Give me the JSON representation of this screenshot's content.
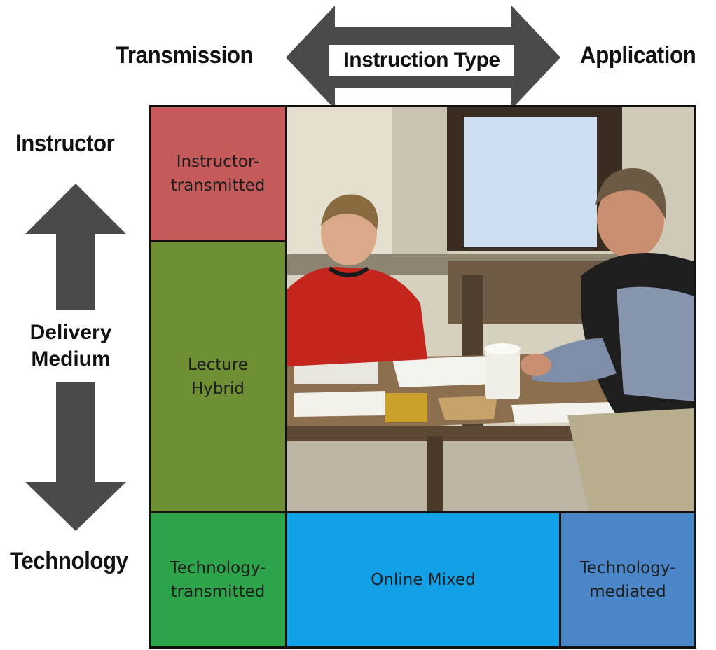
{
  "header": {
    "left_label": "Transmission",
    "center_label": "Instruction Type",
    "right_label": "Application"
  },
  "side": {
    "top_label": "Instructor",
    "middle_label_line1": "Delivery",
    "middle_label_line2": "Medium",
    "bottom_label": "Technology"
  },
  "cells": {
    "instructor_transmitted": {
      "line1": "Instructor-",
      "line2": "transmitted",
      "color": "#c55a5b"
    },
    "lecture_hybrid": {
      "line1": "Lecture",
      "line2": "Hybrid",
      "color": "#6f8f35"
    },
    "technology_transmitted": {
      "line1": "Technology-",
      "line2": "transmitted",
      "color": "#2ea44a"
    },
    "online_mixed": {
      "line1": "Online Mixed",
      "color": "#12a1e6"
    },
    "technology_mediated": {
      "line1": "Technology-",
      "line2": "mediated",
      "color": "#4a86c8"
    }
  },
  "photo": {
    "icon": "classroom-photo-icon"
  },
  "colors": {
    "arrow": "#4a4a4a",
    "border": "#111111"
  }
}
